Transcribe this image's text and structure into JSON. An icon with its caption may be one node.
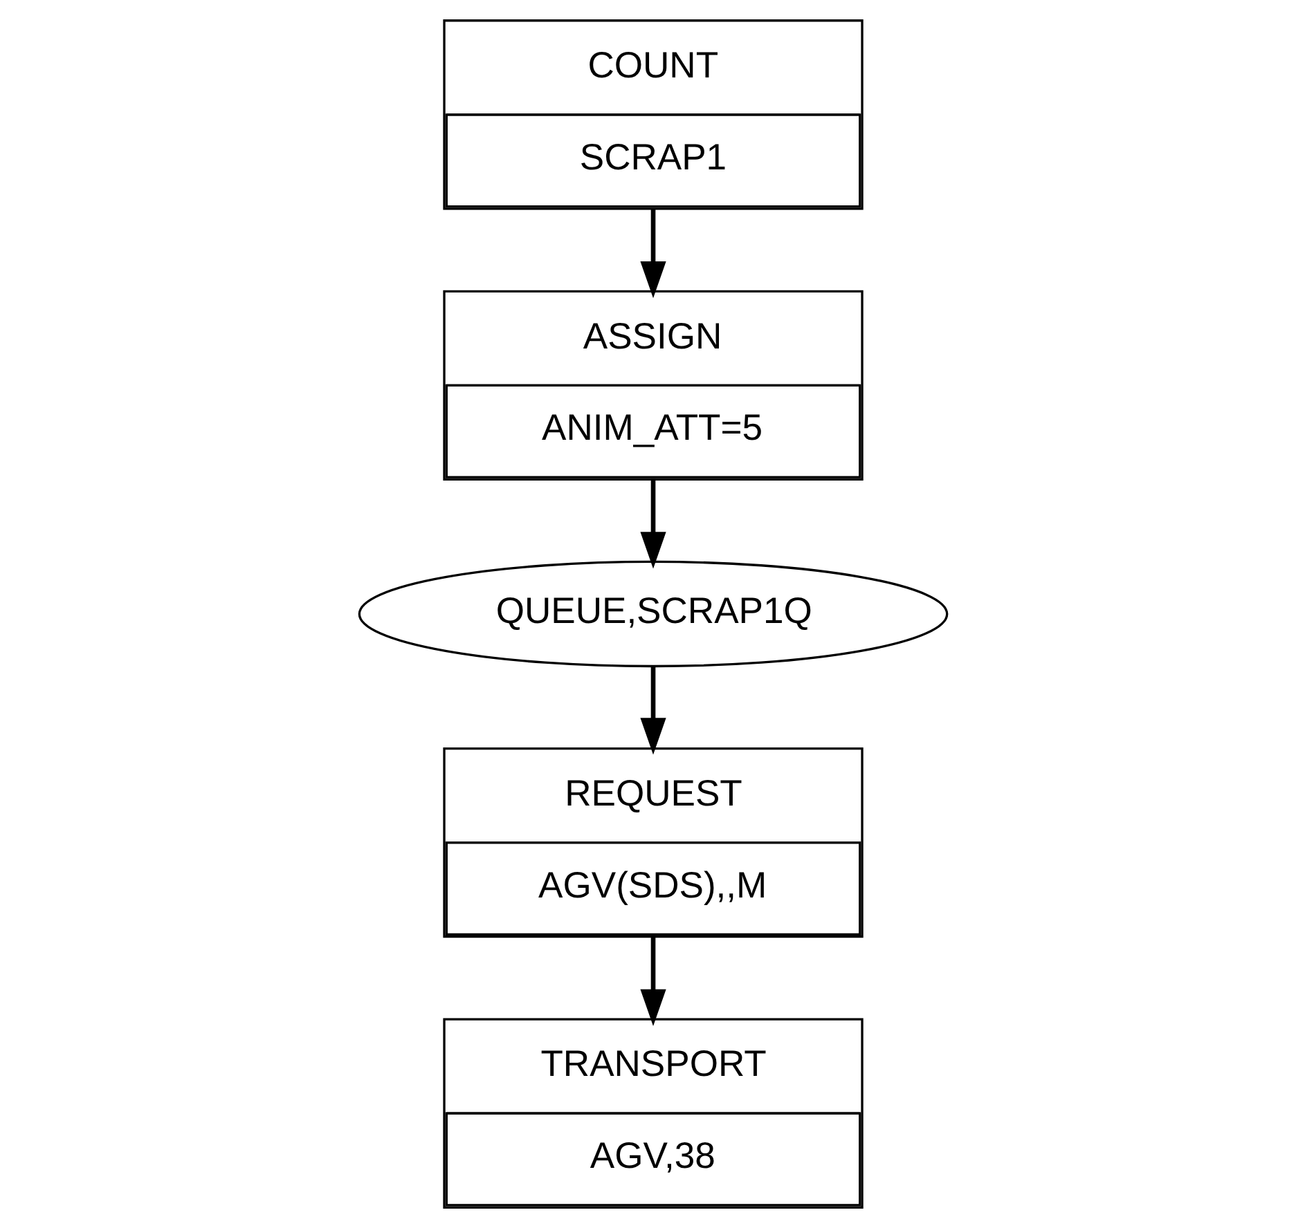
{
  "diagram": {
    "nodes": [
      {
        "text": [
          "COUNT",
          "SCRAP1"
        ]
      },
      {
        "text": [
          "ASSIGN",
          "ANIM_ATT=5"
        ]
      },
      {
        "text": [
          "QUEUE,SCRAP1Q"
        ]
      },
      {
        "text": [
          "REQUEST",
          "AGV(SDS),,M"
        ]
      },
      {
        "text": [
          "TRANSPORT",
          "AGV,38"
        ]
      }
    ],
    "edges": [
      {
        "from": 0,
        "to": 1,
        "arrow": "to"
      },
      {
        "from": 1,
        "to": 2,
        "arrow": "to"
      },
      {
        "from": 2,
        "to": 3,
        "arrow": "to"
      },
      {
        "from": 3,
        "to": 4,
        "arrow": "to"
      }
    ]
  }
}
